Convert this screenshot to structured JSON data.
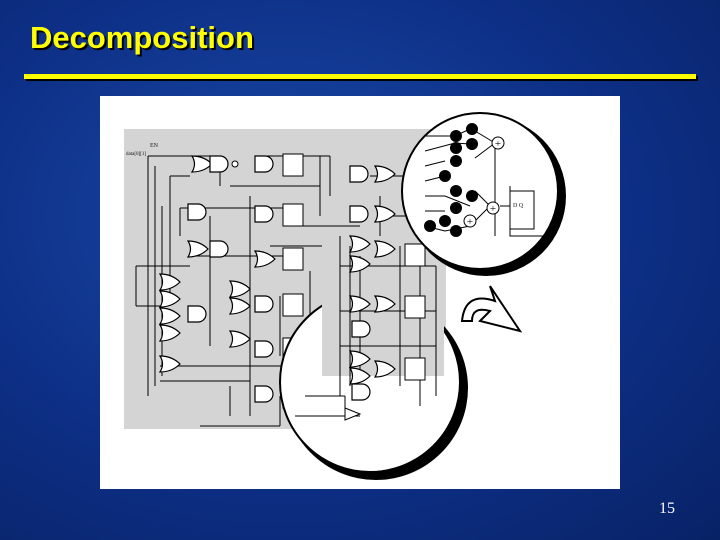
{
  "slide": {
    "title": "Decomposition",
    "page_number": "15"
  },
  "diagram": {
    "input_labels": [
      "EN",
      "data[0][1]"
    ],
    "flipflop_label": "D Q",
    "adder_symbol": "+",
    "colors": {
      "background": "#0d2f86",
      "title": "#ffff00",
      "schematic_bg": "#d4d4d4",
      "wire": "#000000"
    }
  }
}
